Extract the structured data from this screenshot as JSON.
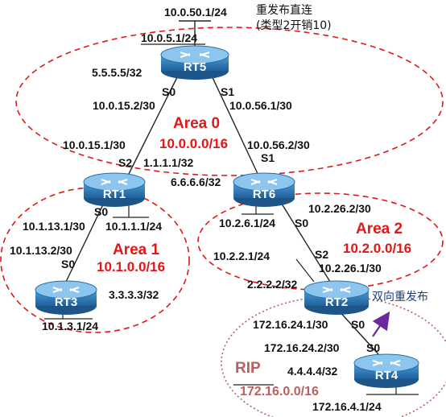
{
  "top_note": {
    "line1": "重发布直连",
    "line2": "(类型2开销10)"
  },
  "areas": {
    "area0": {
      "name": "Area 0",
      "network": "10.0.0.0/16",
      "color": "#e01818"
    },
    "area1": {
      "name": "Area 1",
      "network": "10.1.0.0/16",
      "color": "#e01818"
    },
    "area2": {
      "name": "Area 2",
      "network": "10.2.0.0/16",
      "color": "#e01818"
    },
    "rip": {
      "name": "RIP",
      "network": "172.16.0.0/16",
      "color": "#b86060"
    }
  },
  "routers": {
    "rt5": "RT5",
    "rt1": "RT1",
    "rt6": "RT6",
    "rt3": "RT3",
    "rt2": "RT2",
    "rt4": "RT4"
  },
  "labels": {
    "rt5_ext": "10.0.50.1/24",
    "rt5_lan": "10.0.5.1/24",
    "rt5_loop": "5.5.5.5/32",
    "rt5_s0": "S0",
    "rt5_s1": "S1",
    "rt5_s0_ip": "10.0.15.2/30",
    "rt5_s1_ip": "10.0.56.1/30",
    "rt1_s2_ip": "10.0.15.1/30",
    "rt1_s2": "S2",
    "rt1_loop": "1.1.1.1/32",
    "rt6_loop": "6.6.6.6/32",
    "rt6_s1_ip": "10.0.56.2/30",
    "rt6_s1": "S1",
    "rt1_s0": "S0",
    "rt1_s0_ip": "10.1.13.1/30",
    "rt1_lan": "10.1.1.1/24",
    "rt3_s0_ip": "10.1.13.2/30",
    "rt3_s0": "S0",
    "rt3_loop": "3.3.3.3/32",
    "rt3_lan": "10.1.3.1/24",
    "rt6_lan": "10.2.6.1/24",
    "rt6_s0": "S0",
    "rt6_s0_ip": "10.2.26.2/30",
    "rt2_lan": "10.2.2.1/24",
    "rt2_s2": "S2",
    "rt2_s2_ip": "10.2.26.1/30",
    "rt2_loop": "2.2.2.2/32",
    "rt2_s0_ip": "172.16.24.1/30",
    "rt2_s0": "S0",
    "rt4_s0_ip": "172.16.24.2/30",
    "rt4_s0": "S0",
    "rt4_loop": "4.4.4.4/32",
    "rt4_lan": "172.16.4.1/24"
  },
  "redistribute_note": "双向重发布",
  "colors": {
    "router_body": "#2f7fc0",
    "router_top": "#8cc6ee",
    "arrow": "#6a2a9c"
  }
}
